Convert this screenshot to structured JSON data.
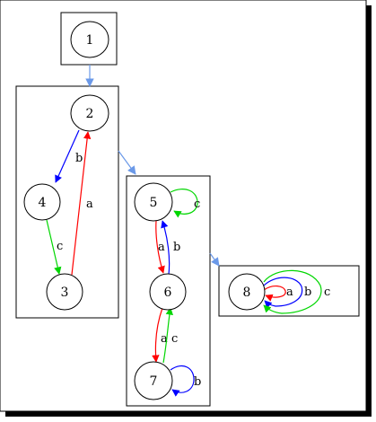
{
  "colors": {
    "red": "#ff0000",
    "blue": "#0000ff",
    "green": "#00d600",
    "cluster": "#6b99e8",
    "black": "#000000"
  },
  "nodes": [
    {
      "id": "n1",
      "label": "1"
    },
    {
      "id": "n2",
      "label": "2"
    },
    {
      "id": "n3",
      "label": "3"
    },
    {
      "id": "n4",
      "label": "4"
    },
    {
      "id": "n5",
      "label": "5"
    },
    {
      "id": "n6",
      "label": "6"
    },
    {
      "id": "n7",
      "label": "7"
    },
    {
      "id": "n8",
      "label": "8"
    }
  ],
  "edges": [
    {
      "from": "2",
      "to": "4",
      "label": "b",
      "color": "blue"
    },
    {
      "from": "4",
      "to": "3",
      "label": "c",
      "color": "green"
    },
    {
      "from": "3",
      "to": "2",
      "label": "a",
      "color": "red"
    },
    {
      "from": "5",
      "to": "5",
      "label": "c",
      "color": "green"
    },
    {
      "from": "5",
      "to": "6",
      "label": "a",
      "color": "red"
    },
    {
      "from": "6",
      "to": "5",
      "label": "b",
      "color": "blue"
    },
    {
      "from": "6",
      "to": "7",
      "label": "a",
      "color": "red"
    },
    {
      "from": "7",
      "to": "6",
      "label": "c",
      "color": "green"
    },
    {
      "from": "7",
      "to": "7",
      "label": "b",
      "color": "blue"
    },
    {
      "from": "8",
      "to": "8",
      "label": "a",
      "color": "red"
    },
    {
      "from": "8",
      "to": "8",
      "label": "b",
      "color": "blue"
    },
    {
      "from": "8",
      "to": "8",
      "label": "c",
      "color": "green"
    }
  ],
  "cluster_edges": [
    {
      "from": "cluster-1",
      "to": "cluster-2-3-4"
    },
    {
      "from": "cluster-2-3-4",
      "to": "cluster-5-6-7"
    },
    {
      "from": "cluster-5-6-7",
      "to": "cluster-8"
    }
  ]
}
